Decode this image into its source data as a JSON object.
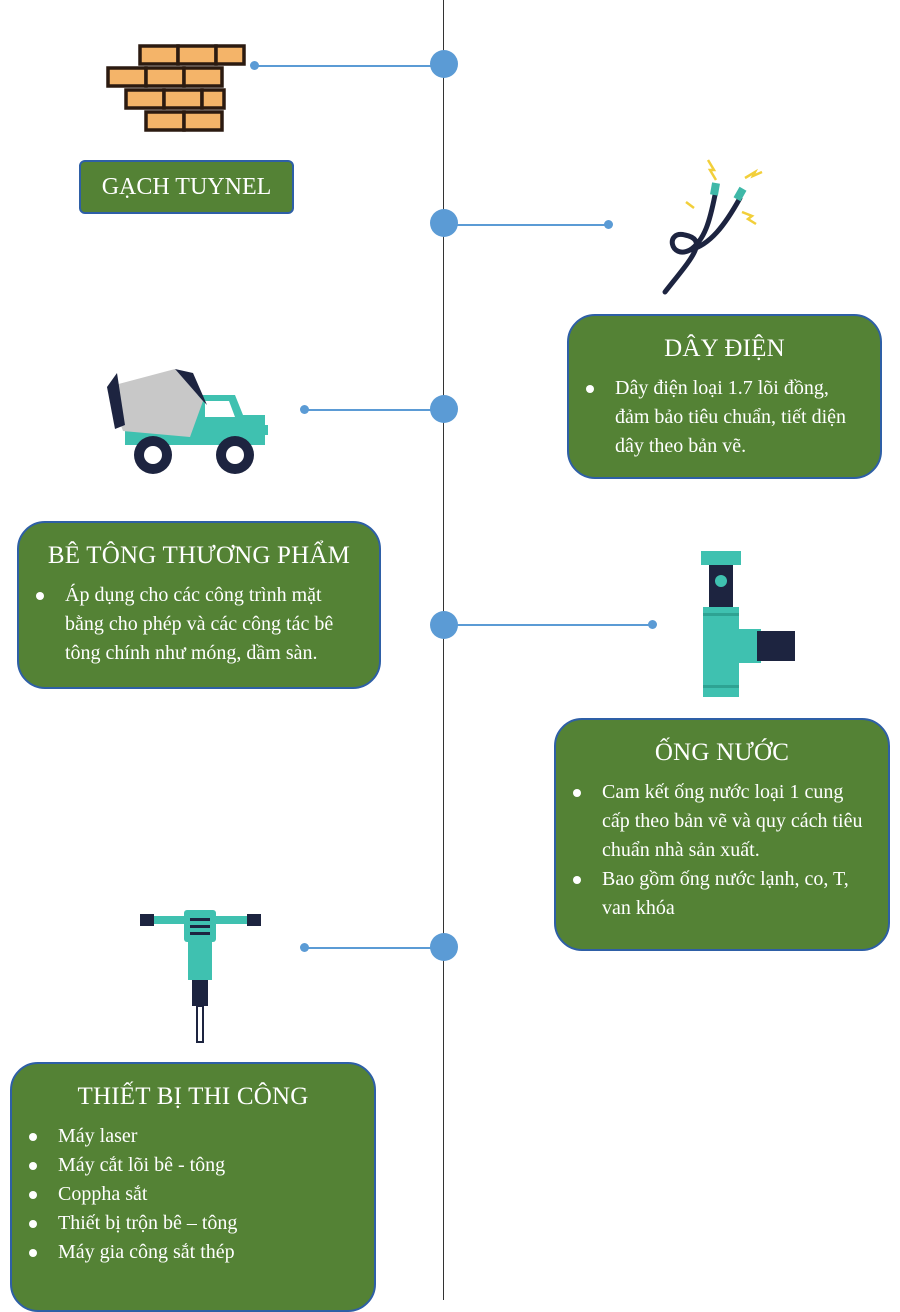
{
  "colors": {
    "card_bg": "#548235",
    "card_border": "#2e5fa6",
    "node": "#5b9bd5",
    "axis": "#333333"
  },
  "items": [
    {
      "title": "GẠCH TUYNEL",
      "icon": "brick-wall-icon",
      "bullets": []
    },
    {
      "title": "DÂY ĐIỆN",
      "icon": "electric-wire-icon",
      "bullets": [
        "Dây điện loại 1.7 lõi đồng, đảm bảo tiêu chuẩn, tiết diện dây theo bản vẽ."
      ]
    },
    {
      "title": "BÊ TÔNG THƯƠNG PHẨM",
      "icon": "concrete-mixer-truck-icon",
      "bullets": [
        "Áp dụng cho các công trình mặt bằng cho phép và các công tác bê tông chính như móng, dầm sàn."
      ]
    },
    {
      "title": "ỐNG NƯỚC",
      "icon": "water-pipe-icon",
      "bullets": [
        "Cam kết ống nước loại 1 cung cấp theo bản vẽ và quy cách tiêu chuẩn nhà sản xuất.",
        "Bao gồm ống nước lạnh, co, T, van khóa"
      ]
    },
    {
      "title": "THIẾT BỊ THI CÔNG",
      "icon": "jackhammer-icon",
      "bullets": [
        "Máy laser",
        "Máy cắt lõi bê - tông",
        "Coppha sắt",
        "Thiết bị trộn bê – tông",
        "Máy gia công sắt thép"
      ]
    }
  ]
}
